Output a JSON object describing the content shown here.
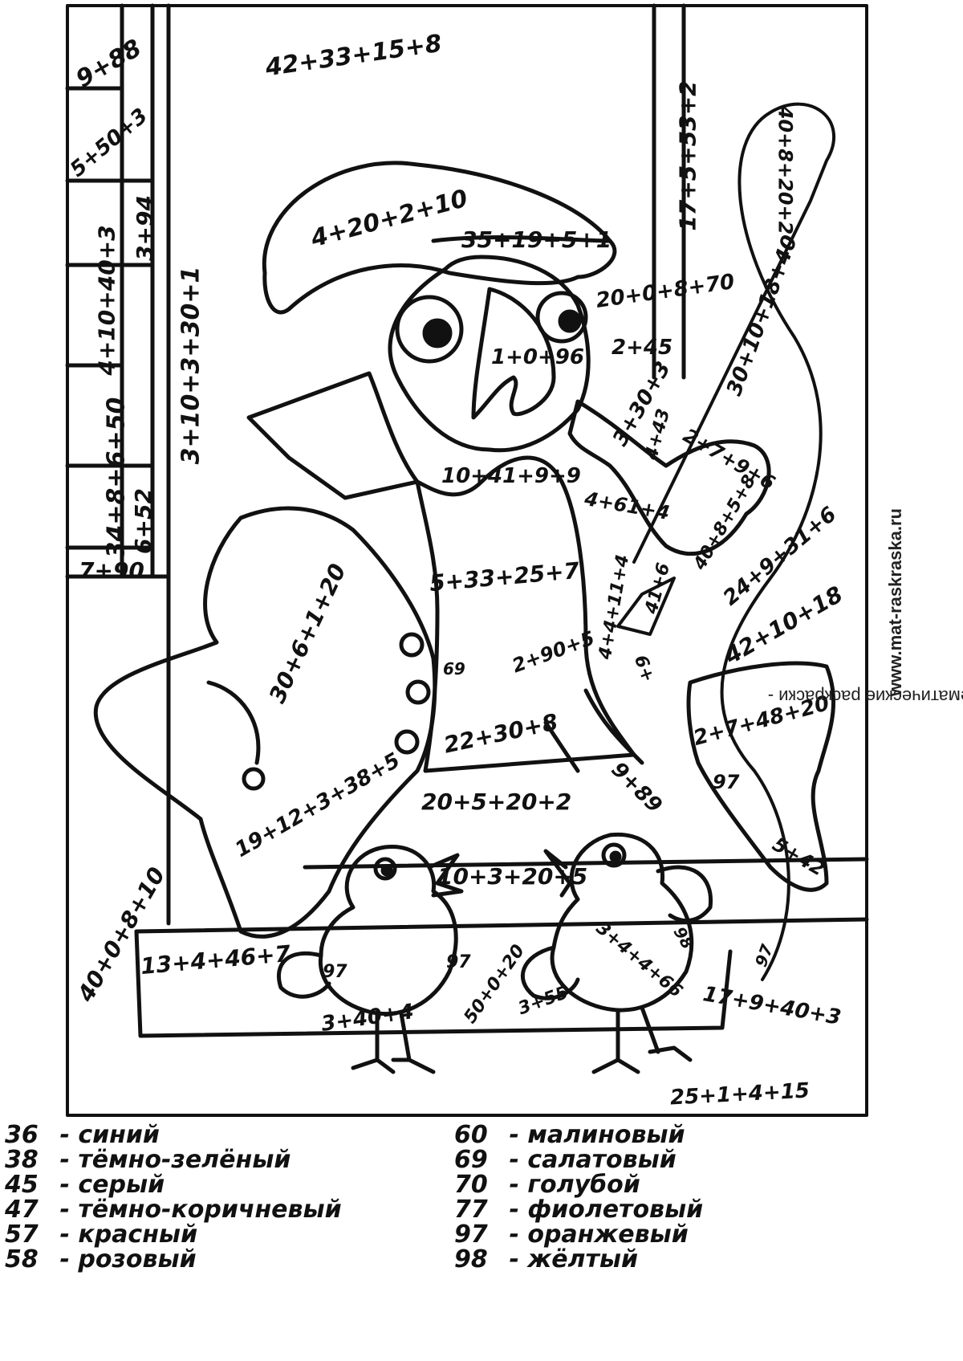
{
  "watermark": {
    "title": "Математические раскраски - ",
    "site": "www.mat-raskraska.ru"
  },
  "expressions": [
    "9+88",
    "5+50+3",
    "3+94",
    "4+10+40+3",
    "34+8+6+50",
    "6+52",
    "7+90",
    "3+10+3+30+1",
    "42+33+15+8",
    "4+20+2+10",
    "35+19+5+1",
    "20+0+8+70",
    "1+0+96",
    "2+45",
    "3+30+3",
    "4+43",
    "17+5+53+2",
    "40+8+20+2",
    "30+10+18+40",
    "10+41+9+9",
    "4+61+4",
    "2+7+9+6",
    "40+8+5+8",
    "41+6",
    "24+9+31+6",
    "42+10+18",
    "5+33+25+7",
    "30+6+1+20",
    "4+4+11+4",
    "69",
    "2+90+5",
    "6+",
    "22+30+8",
    "2+7+48+20",
    "19+12+3+38+5",
    "97",
    "9+89",
    "20+5+20+2",
    "10+3+20+5",
    "5+42",
    "40+0+8+10",
    "13+4+46+7",
    "97",
    "97",
    "50+0+20",
    "3+40+4",
    "98",
    "3+4+4+66",
    "3+55",
    "97",
    "17+9+40+3",
    "25+1+4+15"
  ],
  "legend": [
    {
      "num": "36",
      "color": "синий"
    },
    {
      "num": "38",
      "color": "тёмно-зелёный"
    },
    {
      "num": "45",
      "color": "серый"
    },
    {
      "num": "47",
      "color": "тёмно-коричневый"
    },
    {
      "num": "57",
      "color": "красный"
    },
    {
      "num": "58",
      "color": "розовый"
    },
    {
      "num": "60",
      "color": "малиновый"
    },
    {
      "num": "69",
      "color": "салатовый"
    },
    {
      "num": "70",
      "color": "голубой"
    },
    {
      "num": "77",
      "color": "фиолетовый"
    },
    {
      "num": "97",
      "color": "оранжевый"
    },
    {
      "num": "98",
      "color": "жёлтый"
    }
  ]
}
